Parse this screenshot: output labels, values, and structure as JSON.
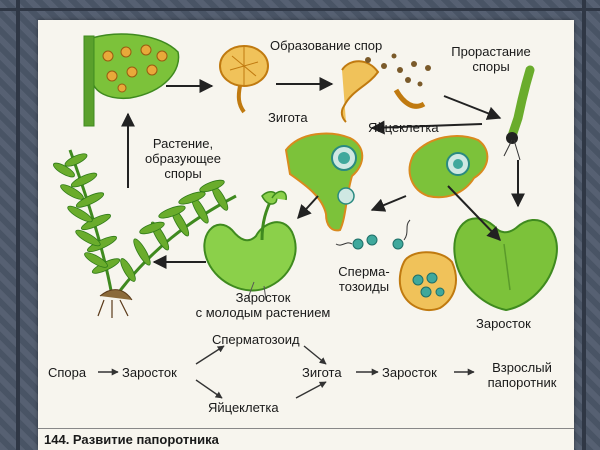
{
  "labels": {
    "spore_formation": "Образование спор",
    "spore_germination_line1": "Прорастание",
    "spore_germination_line2": "споры",
    "zygote_top": "Зигота",
    "egg_cell_top": "Яйцеклетка",
    "plant_line1": "Растение,",
    "plant_line2": "образующее",
    "plant_line3": "споры",
    "sperm_line1": "Сперма-",
    "sperm_line2": "тозоиды",
    "prothallus_young_line1": "Заросток",
    "prothallus_young_line2": "с молодым растением",
    "prothallus_right": "Заросток"
  },
  "scheme": {
    "spore": "Спора",
    "prothallus1": "Заросток",
    "spermatozoid": "Сперматозоид",
    "egg_cell": "Яйцеклетка",
    "zygote": "Зигота",
    "prothallus2": "Заросток",
    "adult_line1": "Взрослый",
    "adult_line2": "папоротник"
  },
  "caption": "144. Развитие папоротника",
  "colors": {
    "leaf": "#7cc23a",
    "leaf_dark": "#3f8a1f",
    "sporangium": "#e8a93a",
    "spore": "#8a6a30",
    "cell_outline": "#d98a1e",
    "nucleus": "#3fa89c",
    "arrow": "#222222"
  }
}
